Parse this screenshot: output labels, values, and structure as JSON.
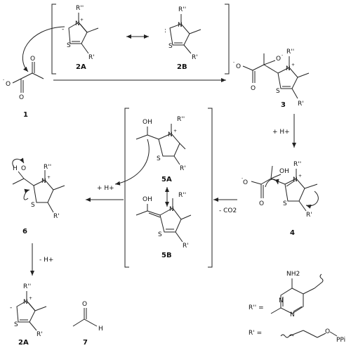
{
  "compounds": {
    "c1": "1",
    "c2a": "2A",
    "c2b": "2B",
    "c3": "3",
    "c4": "4",
    "c5a": "5A",
    "c5b": "5B",
    "c6": "6",
    "c2a_bottom": "2A",
    "c7": "7"
  },
  "atoms": {
    "S": "S",
    "N": "N",
    "O": "O",
    "OH": "OH",
    "H": "H",
    "NH2": "NH2",
    "R2": "R''",
    "R1": "R'",
    "minus": "-",
    "plus": "+",
    "colon": ":",
    "PP": "PPi"
  },
  "reagents": {
    "protonation": "+ H+",
    "protonation_left": "+ H+",
    "decarboxylation": "- CO2",
    "deprotonation": "- H+"
  },
  "legend": {
    "r2_label": "R'' =",
    "r1_label": "R' ="
  }
}
